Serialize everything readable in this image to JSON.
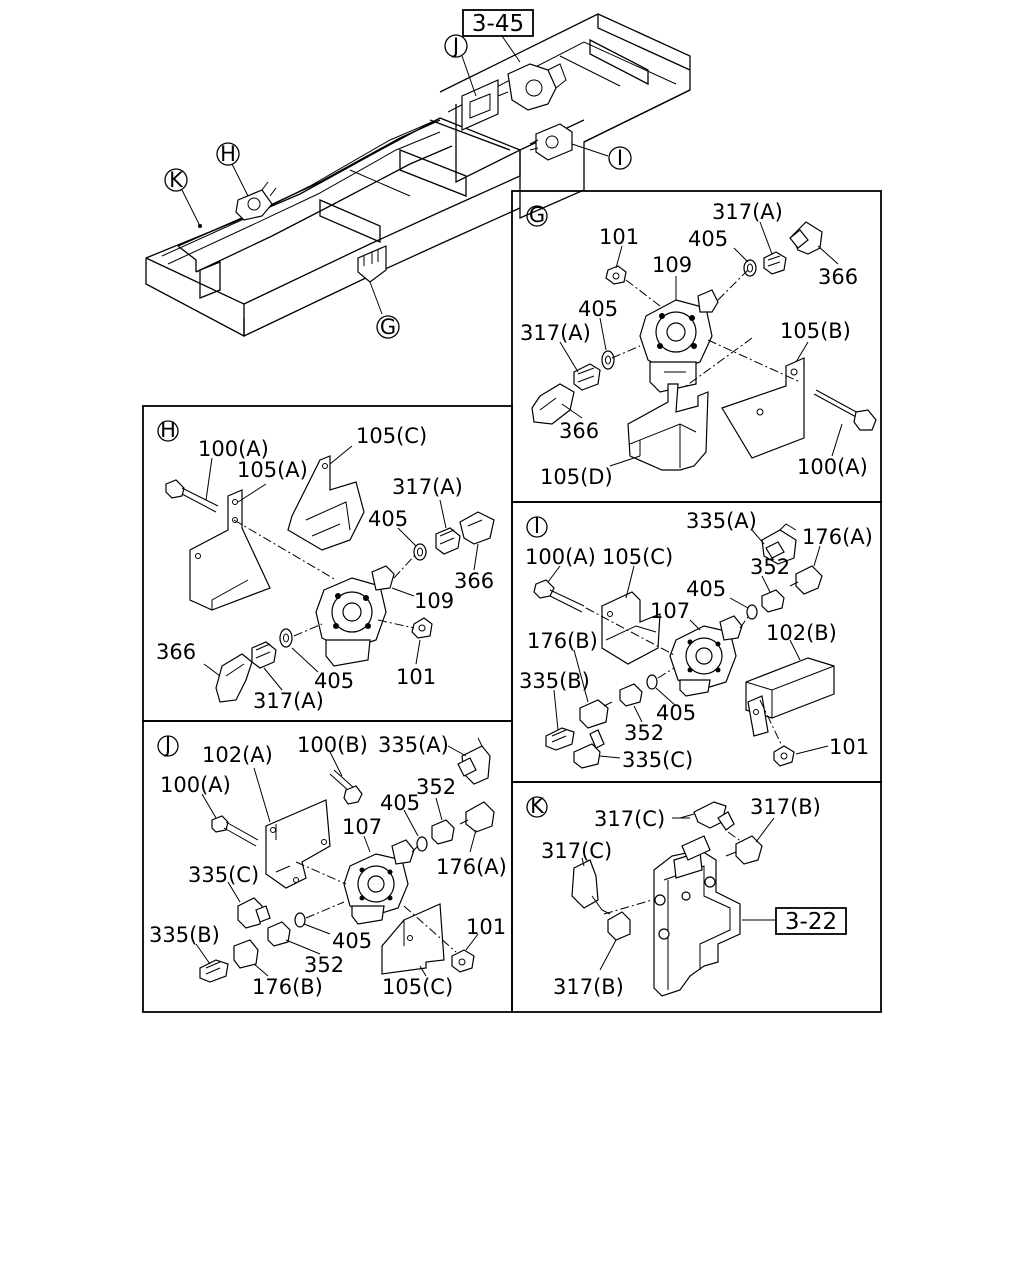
{
  "refs": {
    "top_ref": "3-45",
    "k_ref": "3-22"
  },
  "overview": {
    "J": "J",
    "H": "H",
    "K": "K",
    "I": "I",
    "G": "G"
  },
  "panel_g": {
    "letter": "G",
    "labels": {
      "a": "317(A)",
      "b": "101",
      "c": "405",
      "d": "366",
      "e": "109",
      "f": "405",
      "g": "317(A)",
      "h": "105(B)",
      "i": "366",
      "j": "105(D)",
      "k": "100(A)"
    }
  },
  "panel_h": {
    "letter": "H",
    "labels": {
      "a": "100(A)",
      "b": "105(C)",
      "c": "105(A)",
      "d": "317(A)",
      "e": "405",
      "f": "366",
      "g": "109",
      "h": "366",
      "i": "405",
      "j": "101",
      "k": "317(A)"
    }
  },
  "panel_i": {
    "letter": "I",
    "labels": {
      "a": "335(A)",
      "b": "176(A)",
      "c": "100(A)",
      "d": "105(C)",
      "e": "352",
      "f": "405",
      "g": "107",
      "h": "102(B)",
      "i": "176(B)",
      "j": "335(B)",
      "k": "352",
      "l": "405",
      "m": "101",
      "n": "335(C)"
    }
  },
  "panel_j": {
    "letter": "J",
    "labels": {
      "a": "102(A)",
      "b": "100(B)",
      "c": "335(A)",
      "d": "100(A)",
      "e": "352",
      "f": "405",
      "g": "107",
      "h": "176(A)",
      "i": "335(C)",
      "j": "101",
      "k": "335(B)",
      "l": "405",
      "m": "352",
      "n": "176(B)",
      "o": "105(C)"
    }
  },
  "panel_k": {
    "letter": "K",
    "labels": {
      "a": "317(C)",
      "b": "317(B)",
      "c": "317(C)",
      "d": "317(B)"
    }
  }
}
